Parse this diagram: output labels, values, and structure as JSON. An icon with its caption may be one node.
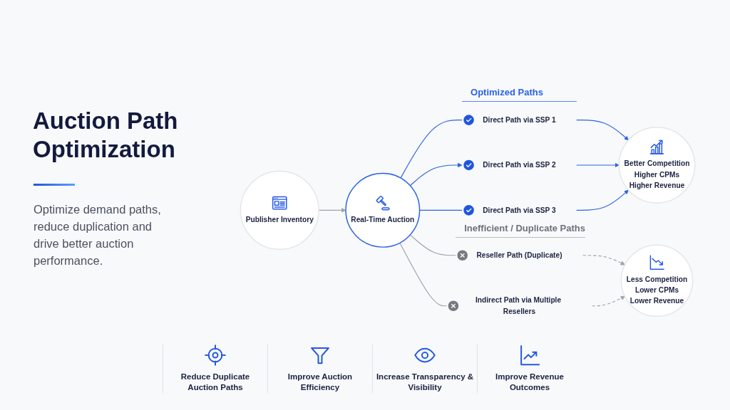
{
  "diagram": {
    "title": "Auction Path Optimization",
    "nodes": [
      {
        "text": [
          "Publisher Inventory"
        ]
      },
      {
        "text": [
          "Real-Time Auction"
        ]
      },
      {
        "text": [
          "Direct Path via SSP 1"
        ]
      },
      {
        "text": [
          "Direct Path via SSP 2"
        ]
      },
      {
        "text": [
          "Direct Path via SSP 3"
        ]
      },
      {
        "text": [
          "Reseller Path (Duplicate)"
        ]
      },
      {
        "text": [
          "Indirect Path via Multiple Resellers"
        ]
      },
      {
        "text": [
          "Better Competition",
          "Higher CPMs",
          "Higher Revenue"
        ]
      },
      {
        "text": [
          "Less Competition",
          "Lower CPMs",
          "Lower Revenue"
        ]
      }
    ],
    "edges": [
      {
        "from": 0,
        "to": 1,
        "arrow": "to",
        "color": "#9ea3a9"
      },
      {
        "from": 1,
        "to": 2,
        "arrow": "none"
      },
      {
        "from": 1,
        "to": 3,
        "arrow": "to"
      },
      {
        "from": 1,
        "to": 4,
        "arrow": "none"
      },
      {
        "from": 1,
        "to": 5,
        "arrow": "none",
        "color": "#9ea3a9"
      },
      {
        "from": 1,
        "to": 6,
        "arrow": "none",
        "color": "#9ea3a9"
      },
      {
        "from": 2,
        "to": 7,
        "arrow": "to"
      },
      {
        "from": 3,
        "to": 7,
        "arrow": "to"
      },
      {
        "from": 4,
        "to": 7,
        "arrow": "to"
      },
      {
        "from": 5,
        "to": 8,
        "arrow": "to",
        "style": "dashed",
        "color": "#9ea3a9"
      },
      {
        "from": 6,
        "to": 8,
        "arrow": "to",
        "style": "dashed",
        "color": "#9ea3a9"
      }
    ],
    "labels": [
      "Optimize demand paths, reduce duplication and drive better auction performance.",
      "Optimized Paths",
      "Inefficient / Duplicate Paths",
      "Reduce Duplicate Auction Paths",
      "Improve Auction Efficiency",
      "Increase Transparency & Visibility",
      "Improve Revenue Outcomes"
    ]
  }
}
